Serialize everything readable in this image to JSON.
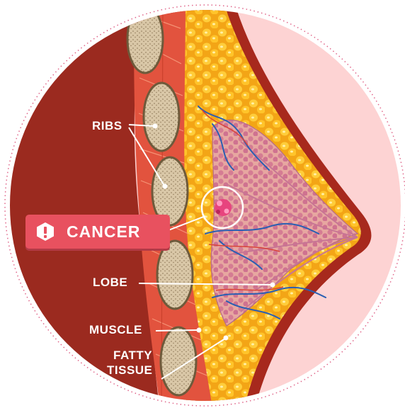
{
  "labels": {
    "ribs": "RIBS",
    "cancer": "CANCER",
    "lobe": "LOBE",
    "muscle": "MUSCLE",
    "fatty_line1": "FATTY",
    "fatty_line2": "TISSUE"
  },
  "icons": {
    "cancer_alert": "exclamation-hexagon-icon"
  },
  "colors": {
    "background_circle_pink": "#fdd3d3",
    "chest_dark_red": "#9b2a1f",
    "muscle_red": "#e2533e",
    "fat_yellow": "#f6b21a",
    "lobe_pink": "#d9889a",
    "vein_blue": "#2b5fb2",
    "badge_red": "#e8515f",
    "dotted_border": "#e0668a"
  }
}
